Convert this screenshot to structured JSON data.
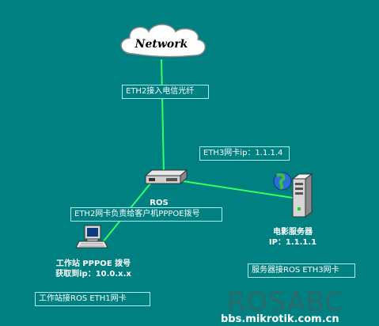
{
  "colors": {
    "background": "#008080",
    "link": "#33ff66",
    "label_border": "#a6f0f0",
    "text": "#ffffff",
    "watermark": "#2b6a6a"
  },
  "nodes": {
    "cloud": {
      "label": "Network",
      "icon": "cloud-icon"
    },
    "router": {
      "label": "ROS",
      "icon": "router-icon"
    },
    "server": {
      "caption_line1": "电影服务器",
      "caption_line2": "IP：1.1.1.1",
      "icon": "server-icon"
    },
    "workstation": {
      "caption_line1": "工作站 PPPOE 拨号",
      "caption_line2": "获取到ip：10.0.x.x",
      "icon": "computer-icon"
    }
  },
  "labels": {
    "eth2_fiber": "ETH2接入电信光纤",
    "eth3_ip": "ETH3网卡ip：1.1.1.4",
    "eth2_pppoe": "ETH2网卡负责给客户机PPPOE拨号",
    "server_eth3": "服务器接ROS ETH3网卡",
    "workstation_eth1": "工作站接ROS ETH1网卡"
  },
  "branding": {
    "watermark": "ROSABC",
    "url": "bbs.mikrotik.com.cn"
  }
}
